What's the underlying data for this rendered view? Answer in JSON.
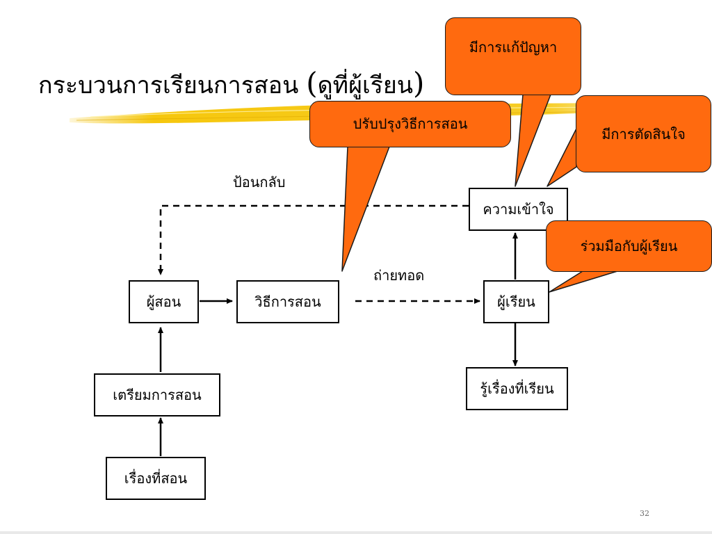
{
  "slide": {
    "title": "กระบวนการเรียนการสอน",
    "title_paren_open": "(",
    "title_paren_content": "ดูที่ผู้เรียน",
    "title_paren_close": ")",
    "page_number": "32"
  },
  "diagram": {
    "nodes": {
      "teacher": "ผู้สอน",
      "teaching_method": "วิธีการสอน",
      "preparation": "เตรียมการสอน",
      "topic": "เรื่องที่สอน",
      "understanding": "ความเข้าใจ",
      "learner": "ผู้เรียน",
      "learned_topic": "รู้เรื่องที่เรียน"
    },
    "edge_labels": {
      "feedback": "ป้อนกลับ",
      "transfer": "ถ่ายทอด"
    }
  },
  "callouts": {
    "improve_method": "ปรับปรุงวิธีการสอน",
    "problem_solving": "มีการแก้ปัญหา",
    "decision_making": "มีการตัดสินใจ",
    "cooperate": "ร่วมมือกับผู้เรียน"
  },
  "colors": {
    "callout_fill": "#ff6a0f",
    "highlight": "#f5c400"
  }
}
